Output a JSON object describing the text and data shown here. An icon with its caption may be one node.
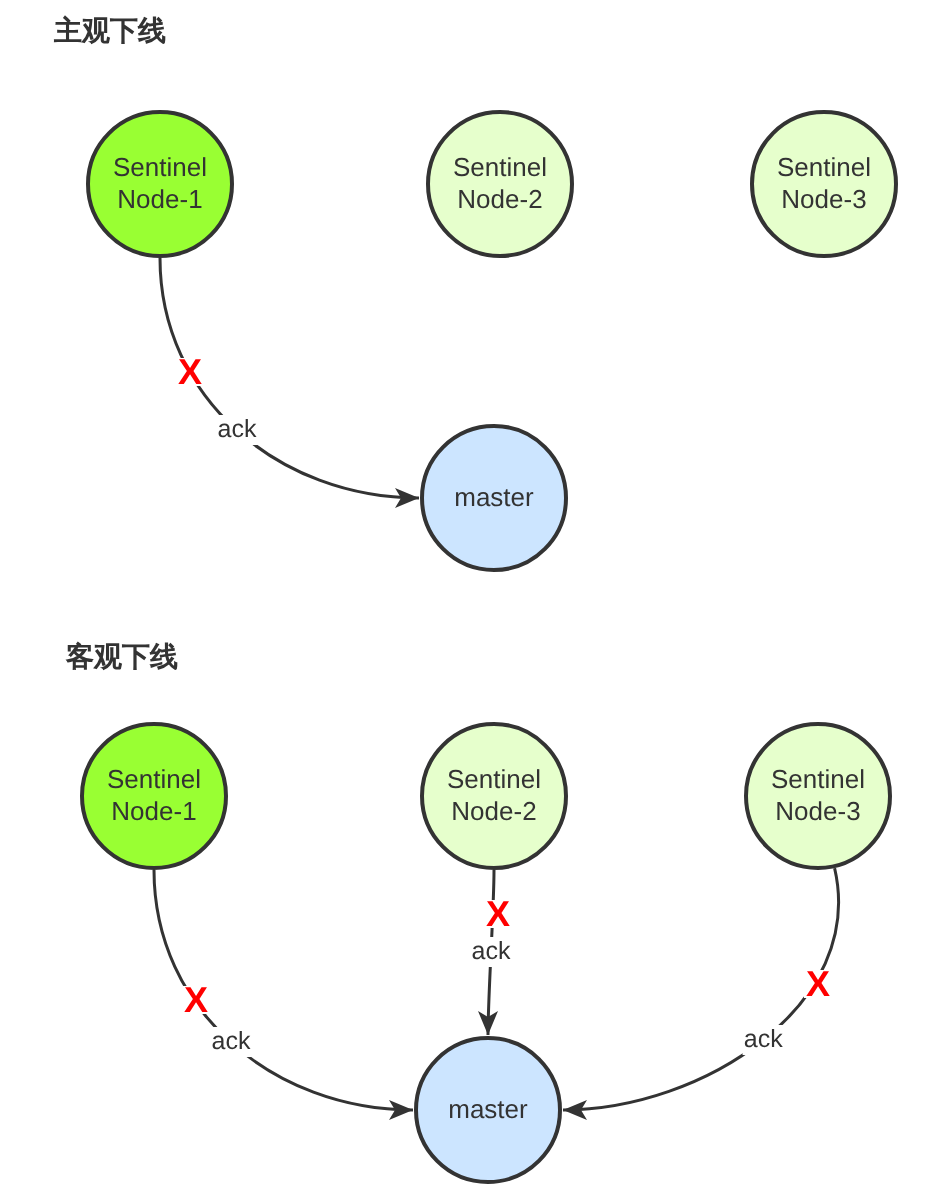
{
  "diagram": {
    "nodes": [
      {
        "text": [
          "Sentinel Node-1"
        ]
      },
      {
        "text": [
          "Sentinel Node-2"
        ]
      },
      {
        "text": [
          "Sentinel Node-3"
        ]
      },
      {
        "text": [
          "master"
        ]
      },
      {
        "text": [
          "Sentinel Node-1"
        ]
      },
      {
        "text": [
          "Sentinel Node-2"
        ]
      },
      {
        "text": [
          "Sentinel Node-3"
        ]
      },
      {
        "text": [
          "master"
        ]
      }
    ],
    "edges": [
      {
        "from": 0,
        "to": 3,
        "arrow": "to",
        "label": "ack"
      },
      {
        "from": 4,
        "to": 7,
        "arrow": "to",
        "label": "ack"
      },
      {
        "from": 5,
        "to": 7,
        "arrow": "to",
        "label": "ack"
      },
      {
        "from": 6,
        "to": 7,
        "arrow": "to",
        "label": "ack"
      }
    ],
    "labels": [
      "主观下线",
      "X",
      "客观下线",
      "X",
      "X",
      "X"
    ]
  }
}
